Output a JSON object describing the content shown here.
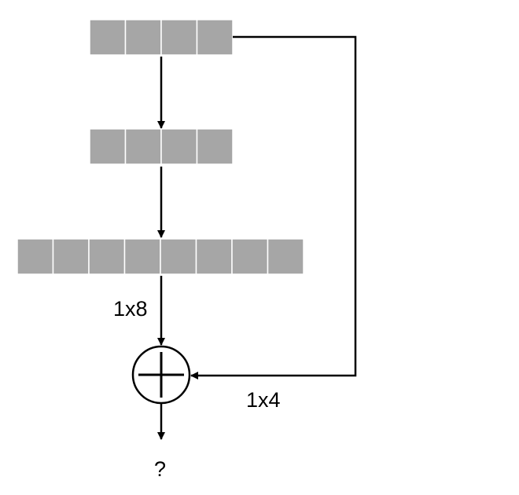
{
  "colors": {
    "cell_fill": "#a6a6a6",
    "cell_border": "#ffffff",
    "line": "#000000"
  },
  "diagram": {
    "rows": [
      {
        "name": "input-vector",
        "cells": 4
      },
      {
        "name": "middle-vector",
        "cells": 4
      },
      {
        "name": "wide-vector",
        "cells": 8
      }
    ],
    "operator": {
      "name": "add-operator",
      "symbol": "plus"
    },
    "labels": {
      "main_branch": "1x8",
      "skip_branch": "1x4",
      "output": "?"
    }
  }
}
